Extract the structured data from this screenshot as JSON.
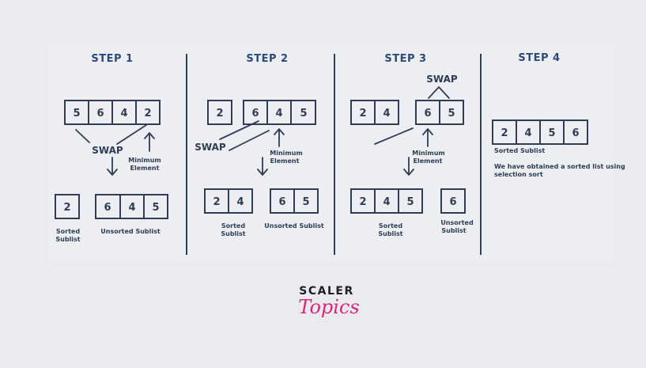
{
  "steps": [
    {
      "title": "STEP 1",
      "top_row": [
        "5",
        "6",
        "4",
        "2"
      ],
      "swap_label": "SWAP",
      "min_label_1": "Minimum",
      "min_label_2": "Element",
      "sorted": [
        "2"
      ],
      "unsorted": [
        "6",
        "4",
        "5"
      ],
      "sorted_label_1": "Sorted",
      "sorted_label_2": "Sublist",
      "unsorted_label": "Unsorted Sublist"
    },
    {
      "title": "STEP 2",
      "top_row": [
        "2",
        "6",
        "4",
        "5"
      ],
      "swap_label": "SWAP",
      "min_label_1": "Minimum",
      "min_label_2": "Element",
      "sorted": [
        "2",
        "4"
      ],
      "unsorted": [
        "6",
        "5"
      ],
      "sorted_label_1": "Sorted",
      "sorted_label_2": "Sublist",
      "unsorted_label": "Unsorted Sublist"
    },
    {
      "title": "STEP 3",
      "top_row": [
        "2",
        "4",
        "6",
        "5"
      ],
      "swap_label": "SWAP",
      "min_label_1": "Minimum",
      "min_label_2": "Element",
      "sorted": [
        "2",
        "4",
        "5"
      ],
      "unsorted": [
        "6"
      ],
      "sorted_label_1": "Sorted",
      "sorted_label_2": "Sublist",
      "unsorted_label_1": "Unsorted",
      "unsorted_label_2": "Sublist"
    },
    {
      "title": "STEP 4",
      "top_row": [
        "2",
        "4",
        "5",
        "6"
      ],
      "sorted_label": "Sorted Sublist",
      "note_1": "We have obtained a sorted list using",
      "note_2": "selection sort"
    }
  ],
  "logo": {
    "top": "SCALER",
    "bottom": "Topics"
  },
  "colors": {
    "ink": "#2f3d55",
    "title": "#2c4a7a",
    "brand_pink": "#d9267a",
    "background": "#e9ebee"
  }
}
